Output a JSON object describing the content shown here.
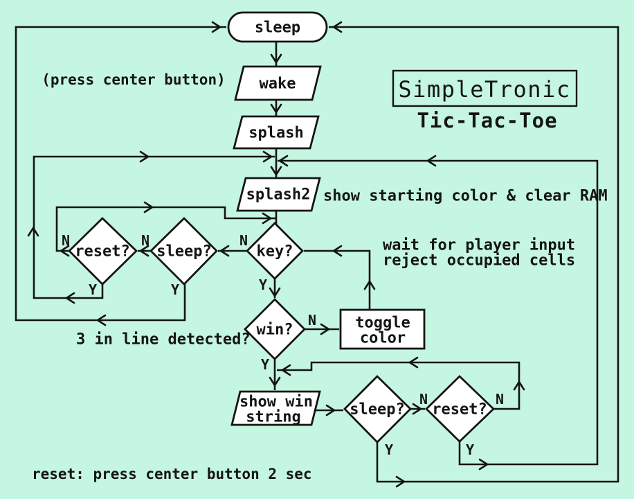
{
  "colors": {
    "background": "#c5f6e2",
    "stroke": "#141414",
    "shape_fill": "#ffffff"
  },
  "title": {
    "name": "SimpleTronic",
    "subtitle": "Tic-Tac-Toe"
  },
  "annotations": {
    "press_center": "(press center button)",
    "splash2_note": "show starting color & clear RAM",
    "wait_note_line1": "wait for player input",
    "wait_note_line2": "reject occupied cells",
    "win_note": "3 in line detected?",
    "reset_note": "reset: press center button 2 sec"
  },
  "branch_labels": {
    "yes": "Y",
    "no": "N"
  },
  "nodes": {
    "sleep": {
      "label": "sleep",
      "shape": "terminator"
    },
    "wake": {
      "label": "wake",
      "shape": "io"
    },
    "splash": {
      "label": "splash",
      "shape": "io"
    },
    "splash2": {
      "label": "splash2",
      "shape": "io"
    },
    "key": {
      "label": "key?",
      "shape": "decision"
    },
    "sleep_wait": {
      "label": "sleep?",
      "shape": "decision"
    },
    "reset_wait": {
      "label": "reset?",
      "shape": "decision"
    },
    "win": {
      "label": "win?",
      "shape": "decision"
    },
    "toggle_color": {
      "label_line1": "toggle",
      "label_line2": "color",
      "shape": "process"
    },
    "show_win_string": {
      "label_line1": "show win",
      "label_line2": "string",
      "shape": "io"
    },
    "sleep_end": {
      "label": "sleep?",
      "shape": "decision"
    },
    "reset_end": {
      "label": "reset?",
      "shape": "decision"
    }
  }
}
